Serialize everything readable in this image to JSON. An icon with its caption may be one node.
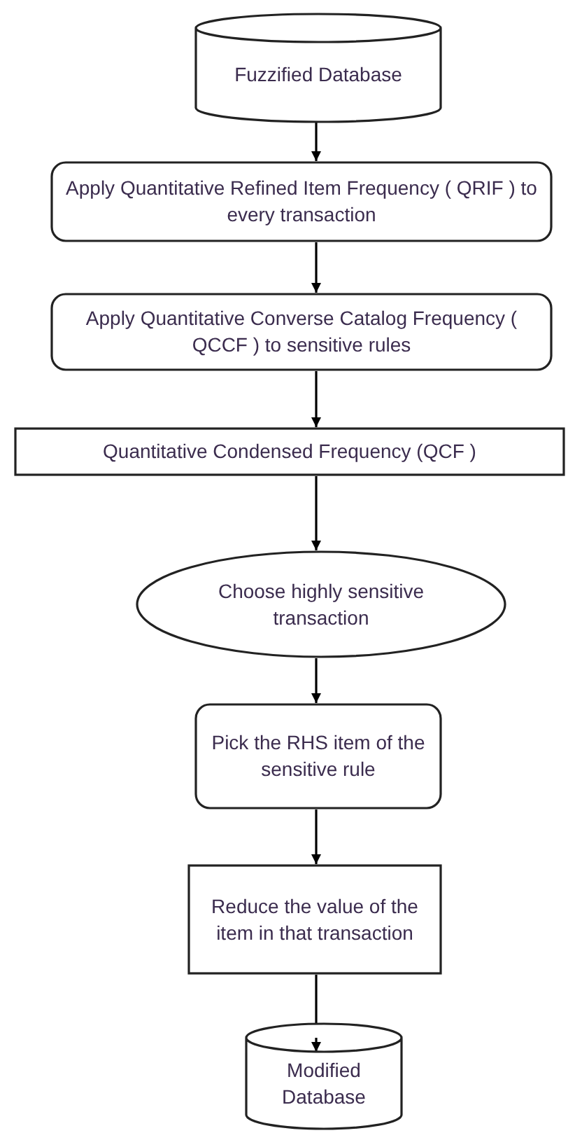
{
  "diagram": {
    "nodes": [
      {
        "text": [
          "Fuzzified Database"
        ]
      },
      {
        "text": [
          "Apply Quantitative Refined Item Frequency ( QRIF ) to every transaction"
        ]
      },
      {
        "text": [
          "Apply Quantitative Converse Catalog Frequency ( QCCF ) to sensitive rules"
        ]
      },
      {
        "text": [
          "Quantitative Condensed Frequency (QCF )"
        ]
      },
      {
        "text": [
          "Choose highly sensitive transaction"
        ]
      },
      {
        "text": [
          "Pick the RHS item of the sensitive rule"
        ]
      },
      {
        "text": [
          "Reduce the value of the item in that transaction"
        ]
      },
      {
        "text": [
          "Modified Database"
        ]
      }
    ],
    "edges": [
      {
        "from": 0,
        "to": 1,
        "arrow": "to"
      },
      {
        "from": 1,
        "to": 2,
        "arrow": "to"
      },
      {
        "from": 2,
        "to": 3,
        "arrow": "to"
      },
      {
        "from": 3,
        "to": 4,
        "arrow": "to"
      },
      {
        "from": 4,
        "to": 5,
        "arrow": "to"
      },
      {
        "from": 5,
        "to": 6,
        "arrow": "to"
      },
      {
        "from": 6,
        "to": 7,
        "arrow": "to"
      }
    ]
  }
}
